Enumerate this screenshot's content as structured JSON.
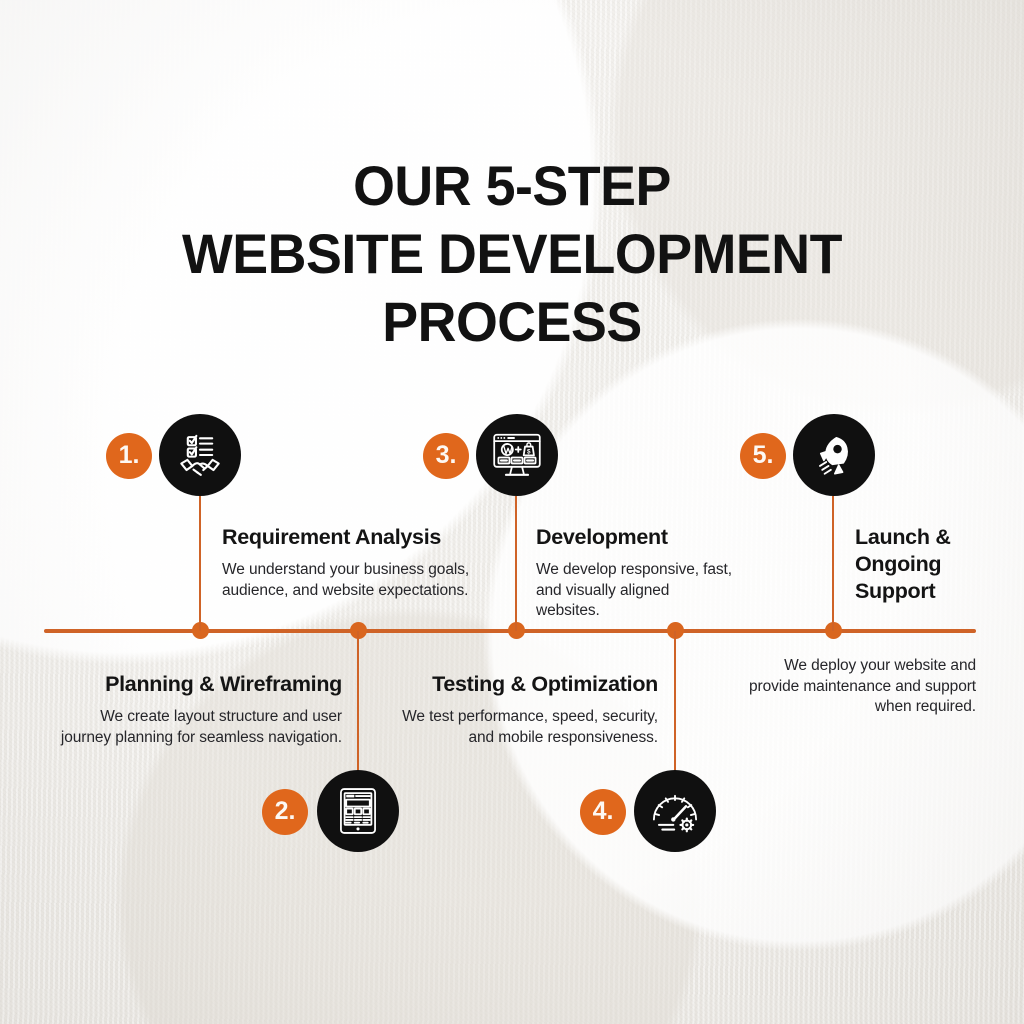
{
  "theme": {
    "accent": "#d9661f",
    "accent_line": "#cf6327",
    "dark": "#101010",
    "background": "#f4f2ee",
    "text": "#141414"
  },
  "title": {
    "line1": "OUR 5-STEP",
    "line2": "WEBSITE DEVELOPMENT",
    "line3": "PROCESS"
  },
  "steps": [
    {
      "number": "1.",
      "icon": "handshake-checklist-icon",
      "title": "Requirement Analysis",
      "description": "We understand your business goals, audience, and website expectations.",
      "position": "above",
      "align": "left"
    },
    {
      "number": "2.",
      "icon": "tablet-wireframe-icon",
      "title": "Planning & Wireframing",
      "description": "We create layout structure and user journey planning for seamless navigation.",
      "position": "below",
      "align": "right"
    },
    {
      "number": "3.",
      "icon": "monitor-wordpress-shop-icon",
      "title": "Development",
      "description": "We develop responsive, fast, and visually aligned websites.",
      "position": "above",
      "align": "left"
    },
    {
      "number": "4.",
      "icon": "speedometer-gear-icon",
      "title": "Testing & Optimization",
      "description": "We test performance, speed, security, and mobile responsiveness.",
      "position": "below",
      "align": "right"
    },
    {
      "number": "5.",
      "icon": "rocket-icon",
      "title": "Launch & Ongoing Support",
      "description": "We deploy your website and provide maintenance and support when required.",
      "position": "above",
      "align": "left"
    }
  ]
}
